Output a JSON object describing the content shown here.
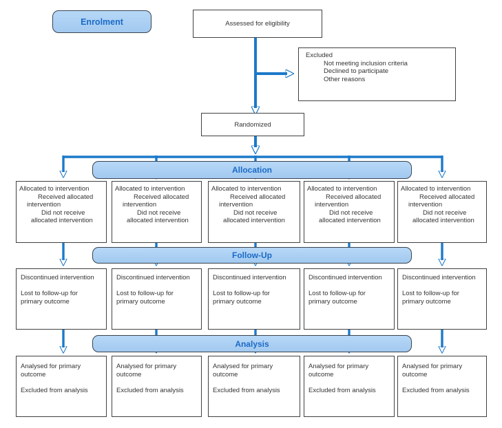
{
  "diagram": {
    "enrolment_label": "Enrolment",
    "stage_labels": {
      "allocation": "Allocation",
      "followup": "Follow-Up",
      "analysis": "Analysis"
    }
  },
  "boxes": {
    "assessed": "Assessed for eligibility",
    "randomized": "Randomized",
    "excluded": {
      "heading": "Excluded",
      "reasons": [
        "Not meeting inclusion criteria",
        "Declined to participate",
        "Other reasons"
      ]
    },
    "allocation_lines": [
      "Allocated to intervention",
      "Received allocated",
      "intervention",
      "Did not receive",
      "allocated intervention"
    ],
    "followup_lines": [
      "Discontinued intervention",
      "",
      "Lost to follow-up for",
      "primary outcome"
    ],
    "analysis_lines": [
      "Analysed for primary",
      "outcome",
      "",
      "Excluded from analysis"
    ]
  },
  "layout": {
    "columns": 5
  },
  "colors": {
    "arrow": "#1c79c9",
    "banner_fill_top": "#b7d8f7",
    "banner_fill_bottom": "#a2c9f0",
    "banner_border": "#38434e",
    "banner_text": "#1b6ac6",
    "box_border": "#404040",
    "text": "#333333"
  }
}
